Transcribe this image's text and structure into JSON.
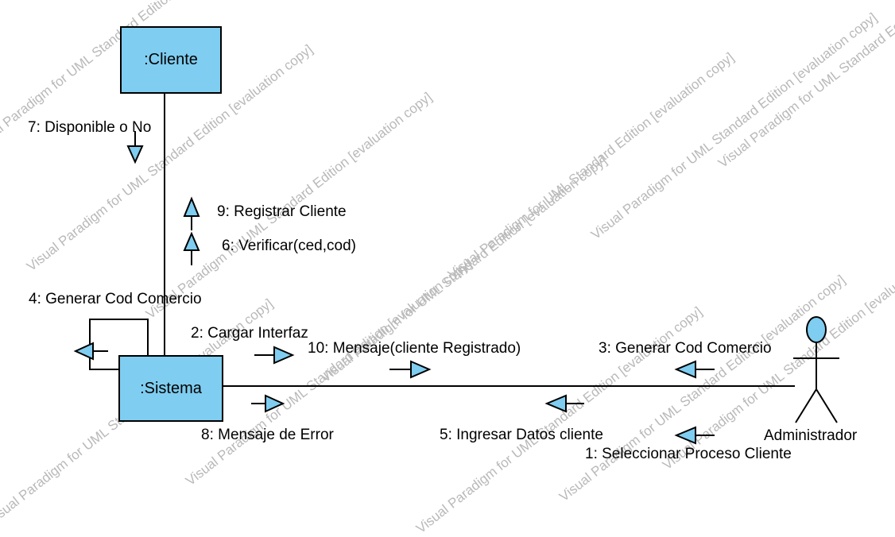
{
  "objects": {
    "cliente": ":Cliente",
    "sistema": ":Sistema"
  },
  "actor": {
    "name": "Administrador",
    "head_color": "#7fcdf0"
  },
  "messages": {
    "m1": "1: Seleccionar Proceso Cliente",
    "m2": "2: Cargar Interfaz",
    "m3": "3: Generar Cod Comercio",
    "m4": "4: Generar Cod Comercio",
    "m5": "5: Ingresar Datos cliente",
    "m6": "6: Verificar(ced,cod)",
    "m7": "7: Disponible o No",
    "m8": "8: Mensaje de Error",
    "m9": "9: Registrar Cliente",
    "m10": "10: Mensaje(cliente Registrado)"
  },
  "watermark": {
    "lines": [
      "Visual Paradigm for UML Standard Edition [evaluation copy]",
      "Visual Paradigm for UML Standard Edition [evaluation copy]",
      "Visual Paradigm for UML Standard Edition [evaluation copy]",
      "Visual Paradigm for UML Standard Edition [evaluation copy]",
      "Visual Paradigm for UML Standard Edition [evaluation copy]",
      "Visual Paradigm for UML Standard Edition [evaluation copy]",
      "Visual Paradigm for UML Standard Edition [evaluation copy]",
      "Visual Paradigm for UML Standard Edition [evaluation copy]",
      "Visual Paradigm for UML Standard Edition [evaluation copy]",
      "Visual Paradigm for UML Standard Edition [evaluation copy]",
      "Visual Paradigm for UML Standard Edition [evaluation copy]",
      "Visual Paradigm for UML Standard Edition [evaluation copy]"
    ]
  },
  "colors": {
    "object_fill": "#7fcdf0",
    "arrow_fill": "#7fcdf0",
    "line": "#000000",
    "watermark": "#b9b9b9"
  }
}
